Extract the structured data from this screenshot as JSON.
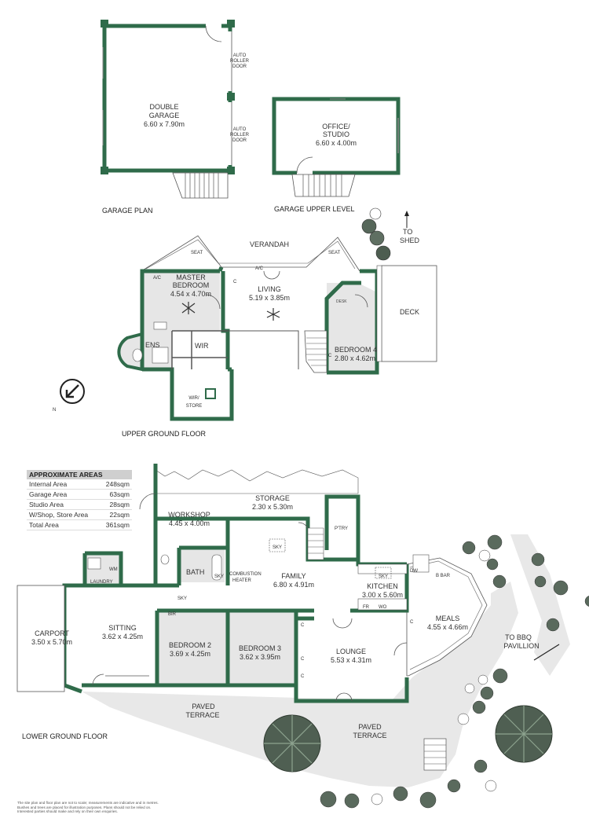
{
  "garage_plan": {
    "caption": "GARAGE PLAN",
    "double_garage_name": [
      "DOUBLE",
      "GARAGE"
    ],
    "double_garage_size": "6.60 x 7.90m",
    "door_label_top": [
      "AUTO",
      "ROLLER",
      "DOOR"
    ],
    "door_label_bottom": [
      "AUTO",
      "ROLLER",
      "DOOR"
    ]
  },
  "garage_upper": {
    "caption": "GARAGE UPPER LEVEL",
    "office_name": [
      "OFFICE/",
      "STUDIO"
    ],
    "office_size": "6.60 x 4.00m"
  },
  "upper_ground": {
    "caption": "UPPER GROUND FLOOR",
    "compass": "N",
    "verandah": "VERANDAH",
    "seat_left": "SEAT",
    "seat_right": "SEAT",
    "to_shed": [
      "TO",
      "SHED"
    ],
    "master_name": [
      "MASTER",
      "BEDROOM"
    ],
    "master_size": "4.54 x 4.70m",
    "ac1": "A/C",
    "ac2": "A/C",
    "c1": "C",
    "living": "LIVING",
    "living_size": "5.19 x 3.85m",
    "desk": "DESK",
    "bedroom4": "BEDROOM 4",
    "bedroom4_size": "2.80 x 4.62m",
    "c2": "C",
    "deck": "DECK",
    "ens": "ENS",
    "wir": "WIR",
    "wir_store": [
      "WIR/",
      "STORE"
    ]
  },
  "lower_ground": {
    "caption": "LOWER GROUND FLOOR",
    "storage": "STORAGE",
    "storage_size": "2.30 x 5.30m",
    "workshop": "WORKSHOP",
    "workshop_size": "4.45 x 4.00m",
    "ptry": "P'TRY",
    "sky1": "SKY",
    "sky2": "SKY",
    "sky3": "SKY",
    "sky4": "SKY",
    "wm": "WM",
    "laundry": "LAUNDRY",
    "bath": "BATH",
    "combustion": [
      "COMBUSTION",
      "HEATER"
    ],
    "family": "FAMILY",
    "family_size": "6.80 x 4.91m",
    "kitchen": "KITCHEN",
    "kitchen_size": "3.00 x 5.60m",
    "dw": "DW",
    "b_bar": "B BAR",
    "fr": "FR",
    "wo": "WO",
    "bir": "BIR",
    "carport": "CARPORT",
    "carport_size": "3.50 x 5.70m",
    "sitting": "SITTING",
    "sitting_size": "3.62 x 4.25m",
    "bedroom2": "BEDROOM 2",
    "bedroom2_size": "3.69 x 4.25m",
    "bedroom3": "BEDROOM 3",
    "bedroom3_size": "3.62 x 3.95m",
    "lounge": "LOUNGE",
    "lounge_size": "5.53 x 4.31m",
    "meals": "MEALS",
    "meals_size": "4.55 x 4.66m",
    "to_bbq": [
      "TO BBQ",
      "PAVILLION"
    ],
    "paved1": [
      "PAVED",
      "TERRACE"
    ],
    "paved2": [
      "PAVED",
      "TERRACE"
    ],
    "c_labels": [
      "C",
      "C",
      "C",
      "C"
    ]
  },
  "areas": {
    "title": "APPROXIMATE AREAS",
    "rows": [
      {
        "label": "Internal Area",
        "value": "248sqm"
      },
      {
        "label": "Garage Area",
        "value": "63sqm"
      },
      {
        "label": "Studio Area",
        "value": "28sqm"
      },
      {
        "label": "W/Shop, Store Area",
        "value": "22sqm"
      },
      {
        "label": "Total Area",
        "value": "361sqm"
      }
    ]
  },
  "disclaimer": "The site plan and floor plan are not to scale; measurements are indicative and in metres. Bushes and trees are placed for illustration purposes. Plans should not be relied on. Interested parties should make and rely on their own enquiries.",
  "colors": {
    "wall": "#2f6b4a",
    "room_grey": "#e6e6e6",
    "paving": "#e8e8e8",
    "tree": "#4a5a4a"
  }
}
